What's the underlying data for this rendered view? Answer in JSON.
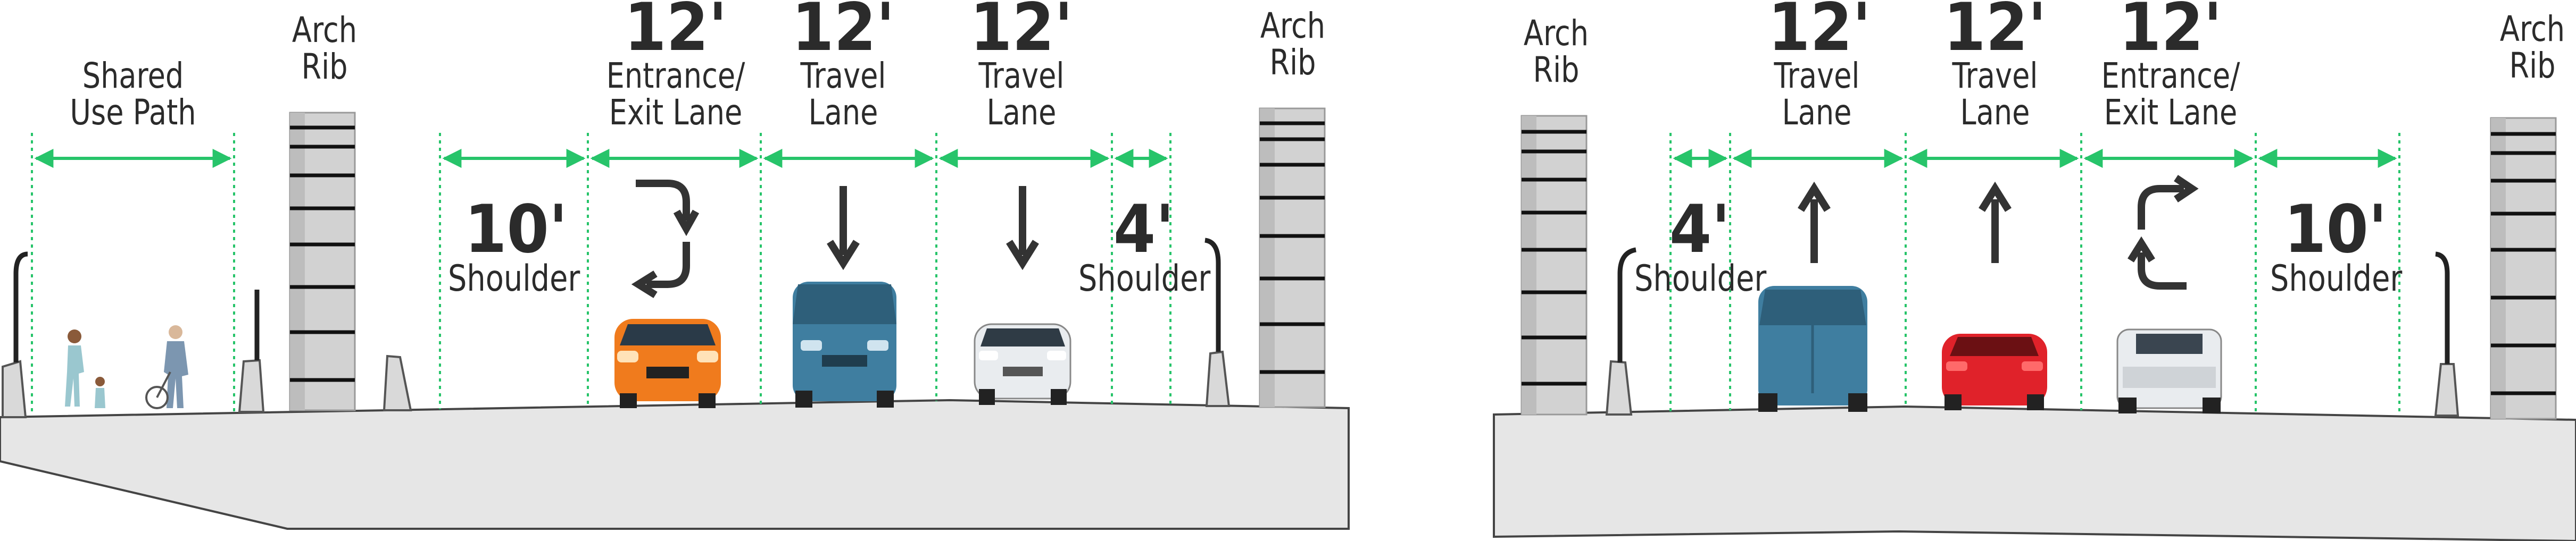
{
  "left_section": {
    "shared_use_path_label": "Shared\nUse Path",
    "arch_rib_left_label": "Arch\nRib",
    "arch_rib_right_label": "Arch\nRib",
    "lanes": [
      {
        "width": "12'",
        "label": "Entrance/\nExit Lane"
      },
      {
        "width": "12'",
        "label": "Travel\nLane"
      },
      {
        "width": "12'",
        "label": "Travel\nLane"
      }
    ],
    "left_shoulder": {
      "width": "10'",
      "label": "Shoulder"
    },
    "right_shoulder": {
      "width": "4'",
      "label": "Shoulder"
    }
  },
  "right_section": {
    "arch_rib_left_label": "Arch\nRib",
    "arch_rib_right_label": "Arch\nRib",
    "lanes": [
      {
        "width": "12'",
        "label": "Travel\nLane"
      },
      {
        "width": "12'",
        "label": "Travel\nLane"
      },
      {
        "width": "12'",
        "label": "Entrance/\nExit Lane"
      }
    ],
    "left_shoulder": {
      "width": "4'",
      "label": "Shoulder"
    },
    "right_shoulder": {
      "width": "10'",
      "label": "Shoulder"
    }
  },
  "colors": {
    "dimension_line": "#27c46a",
    "deck": "#e6e6e6",
    "deck_outline": "#444444",
    "arch_rib": "#cfcfcf",
    "arrow": "#333333",
    "car_orange": "#f07b1d",
    "car_blue": "#3f7ea0",
    "car_white": "#e9ecef",
    "car_red": "#e0222a"
  }
}
